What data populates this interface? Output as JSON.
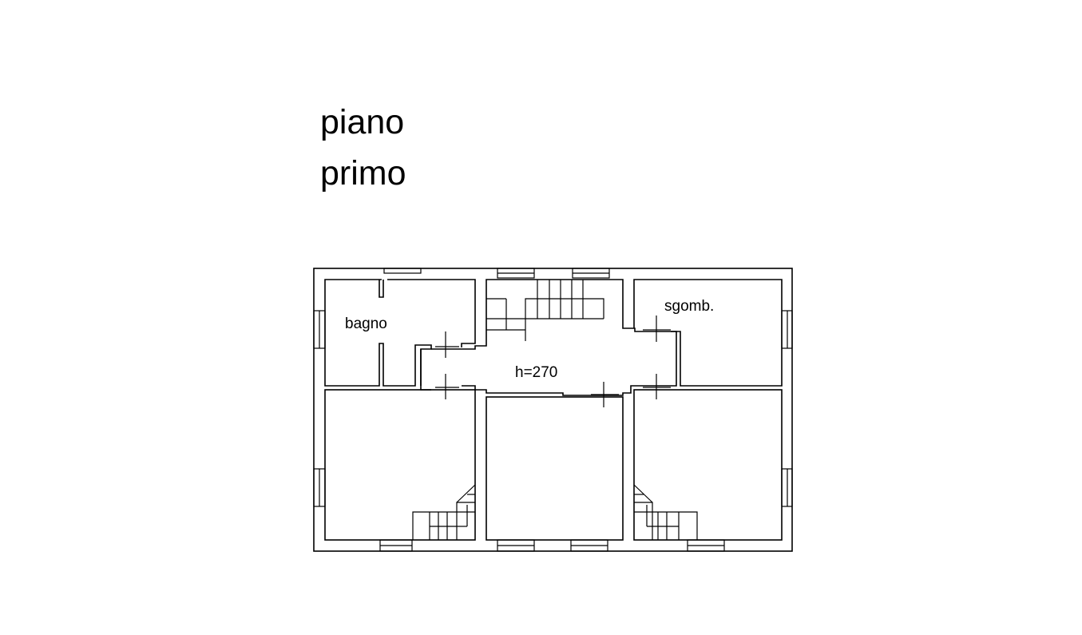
{
  "title": {
    "line1": "piano",
    "line2": "primo"
  },
  "rooms": {
    "bathroom": "bagno",
    "corridor_height": "h=270",
    "storage": "sgomb."
  }
}
